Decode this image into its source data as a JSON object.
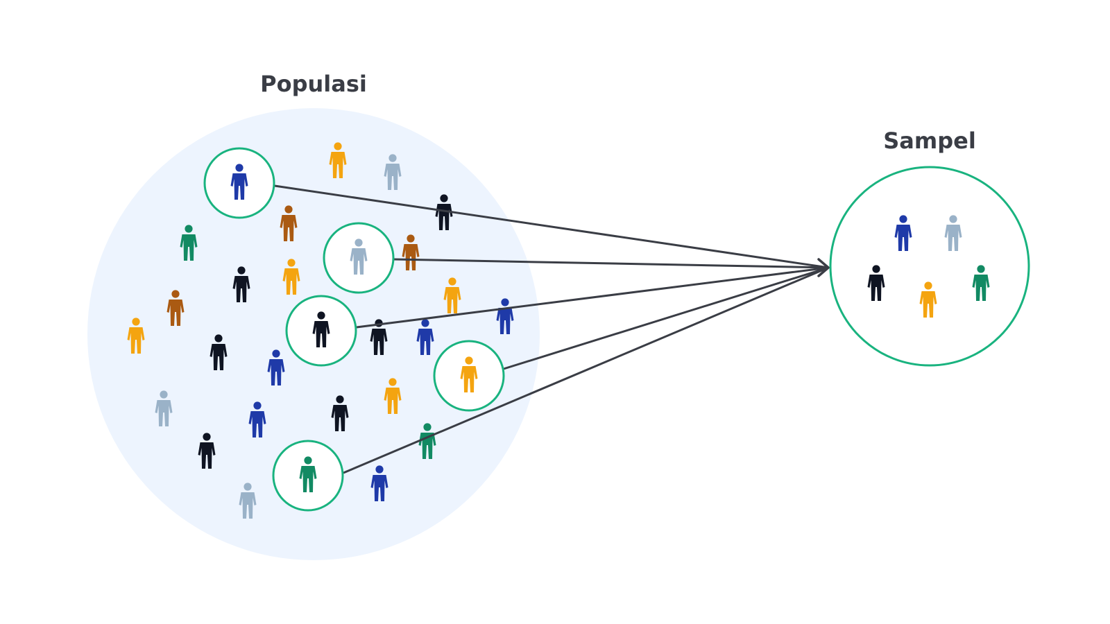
{
  "labels": {
    "population": "Populasi",
    "sample": "Sampel"
  },
  "colors": {
    "population_fill": "#edf4fe",
    "ring": "#19b37f",
    "arrow": "#3a3d45",
    "text": "#3a3d45"
  },
  "person_colors": {
    "blue": "#1f3aa8",
    "lightblue": "#9ab2c8",
    "navy": "#0f1422",
    "orange": "#f4a410",
    "brown": "#aa5a12",
    "green": "#128a63"
  },
  "population_people": [
    "blue",
    "orange",
    "lightblue",
    "brown",
    "navy",
    "green",
    "lightblue",
    "brown",
    "orange",
    "navy",
    "navy",
    "brown",
    "navy",
    "blue",
    "orange",
    "navy",
    "blue",
    "green",
    "blue",
    "orange",
    "orange",
    "lightblue",
    "blue",
    "navy",
    "navy",
    "green",
    "green",
    "blue",
    "lightblue"
  ],
  "selected_people": [
    "blue",
    "lightblue",
    "navy",
    "orange",
    "green"
  ],
  "sample_people": [
    "blue",
    "lightblue",
    "navy",
    "orange",
    "green"
  ]
}
